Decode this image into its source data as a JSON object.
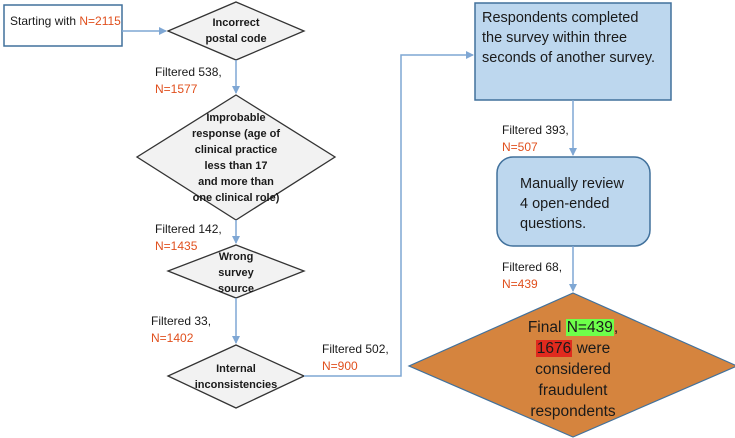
{
  "start": {
    "prefix": "Starting with ",
    "count": "N=2115"
  },
  "steps": [
    {
      "line1": "Incorrect",
      "line2": "postal code"
    },
    {
      "lines": [
        "Improbable",
        "response (age of",
        "clinical practice",
        "less than 17",
        "and more than",
        "one clinical role)"
      ]
    },
    {
      "line1": "Wrong",
      "line2": "survey",
      "line3": "source"
    },
    {
      "line1": "Internal",
      "line2": "inconsistencies"
    }
  ],
  "filters": [
    {
      "text": "Filtered 538,",
      "n": "N=1577"
    },
    {
      "text": "Filtered 142,",
      "n": "N=1435"
    },
    {
      "text": "Filtered 33,",
      "n": "N=1402"
    },
    {
      "text": "Filtered 502,",
      "n": "N=900"
    },
    {
      "text": "Filtered 393,",
      "n": "N=507"
    },
    {
      "text": "Filtered 68,",
      "n": "N=439"
    }
  ],
  "survey_box": {
    "lines": [
      "Respondents completed",
      "the survey within three",
      "seconds of another survey."
    ]
  },
  "review_box": {
    "lines": [
      "Manually review",
      "4 open-ended",
      "questions."
    ]
  },
  "final": {
    "prefix": "Final ",
    "n": "N=439",
    "comma": ",",
    "fraud_n": "1676",
    "line2_rest": " were",
    "line3": "considered",
    "line4": "fraudulent",
    "line5": "respondents"
  },
  "colors": {
    "box_fill": "#bdd7ee",
    "box_stroke": "#41719c",
    "diamond_fill": "#f2f2f2",
    "diamond_stroke": "#333333",
    "final_fill": "#d5843e",
    "arrow": "#7fa7d4",
    "red_text": "#e0501e",
    "highlight_green": "#6dff4a",
    "highlight_red": "#e02a1e"
  }
}
